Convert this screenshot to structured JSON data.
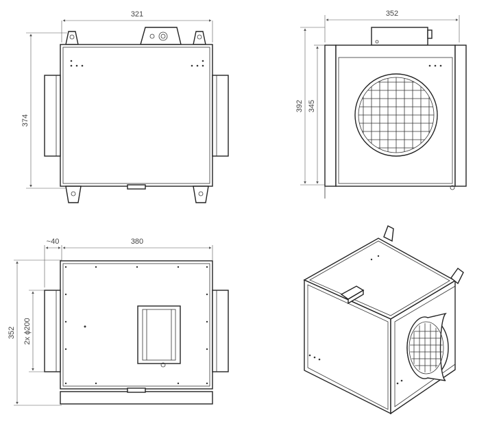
{
  "drawing": {
    "top_view": {
      "width_dim": "321",
      "height_dim": "374"
    },
    "side_view": {
      "width_dim": "352",
      "height_outer_dim": "392",
      "height_inner_dim": "345"
    },
    "front_view": {
      "spigot_dim": "~40",
      "width_dim": "380",
      "height_dim": "352",
      "diameter_dim": "2x ϕ200"
    },
    "iso_view": {}
  }
}
